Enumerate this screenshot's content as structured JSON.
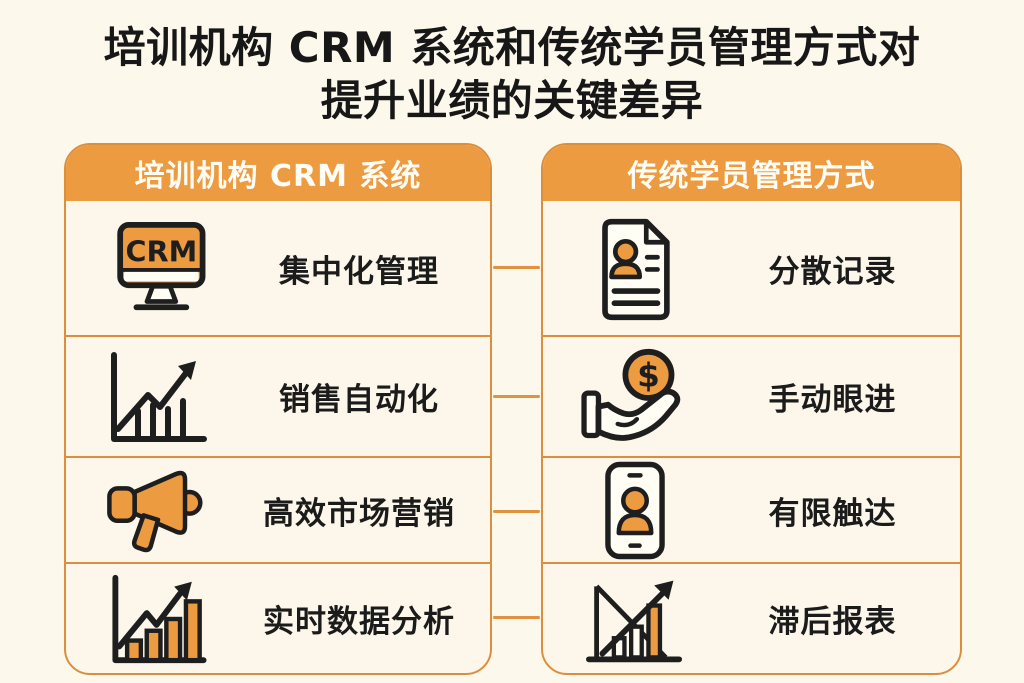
{
  "title": {
    "line1": "培训机构 CRM 系统和传统学员管理方式对",
    "line2": "提升业绩的关键差异"
  },
  "columns": [
    {
      "header": "培训机构 CRM 系统",
      "rows": [
        {
          "icon": "crm-monitor-icon",
          "label": "集中化管理"
        },
        {
          "icon": "sales-growth-chart-icon",
          "label": "销售自动化"
        },
        {
          "icon": "megaphone-icon",
          "label": "高效市场营销"
        },
        {
          "icon": "realtime-bar-chart-icon",
          "label": "实时数据分析"
        }
      ]
    },
    {
      "header": "传统学员管理方式",
      "rows": [
        {
          "icon": "document-profile-icon",
          "label": "分散记录"
        },
        {
          "icon": "hand-coin-icon",
          "label": "手动眼进"
        },
        {
          "icon": "phone-contact-icon",
          "label": "有限触达"
        },
        {
          "icon": "declining-report-icon",
          "label": "滞后报表"
        }
      ]
    }
  ],
  "icons": {
    "crm_screen_text": "CRM",
    "coin_symbol": "$"
  },
  "colors": {
    "background": "#FDF8EC",
    "accent_orange": "#EC9B41",
    "border_orange": "#DB8F3E",
    "text_black": "#1B1B1B",
    "header_text": "#FFFDF6"
  }
}
